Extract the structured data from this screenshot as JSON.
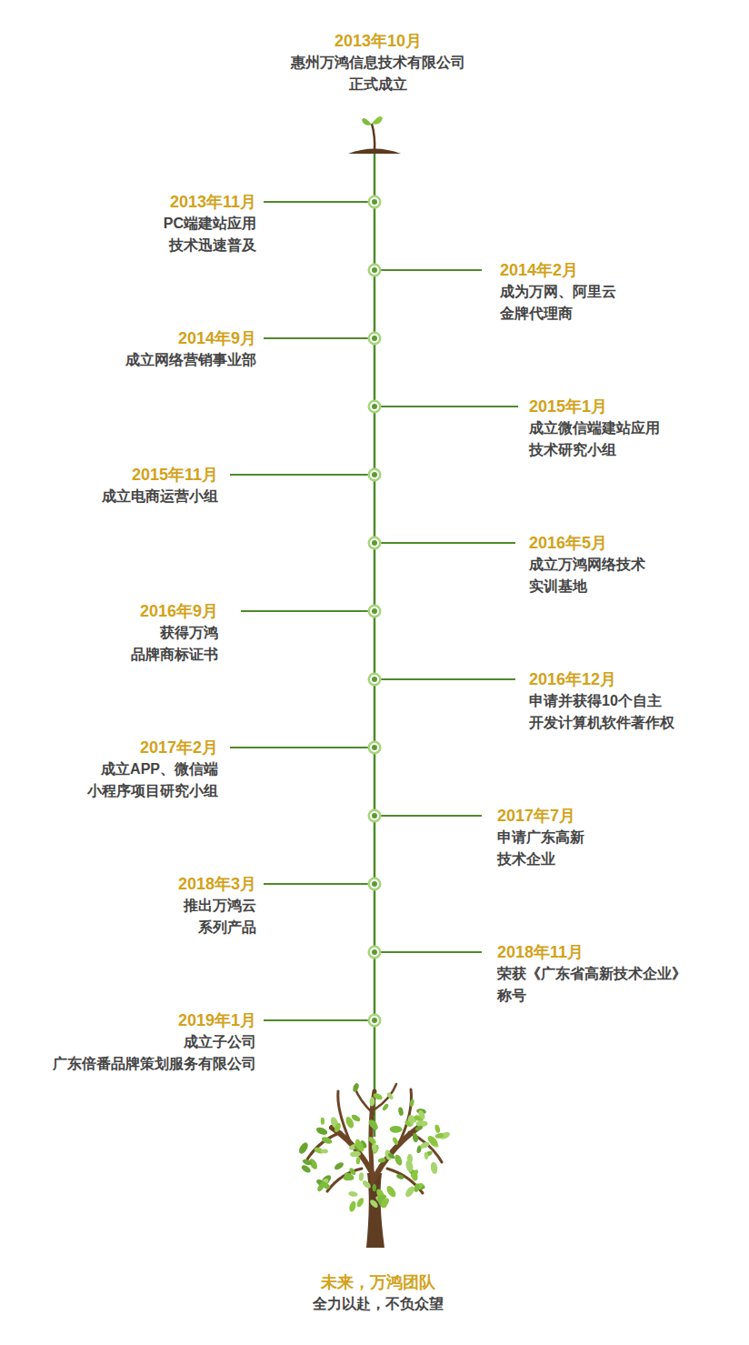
{
  "diagram": {
    "nodes": [
      {
        "text": [
          "2013年10月",
          "惠州万鸿信息技术有限公司 正式成立"
        ]
      },
      {
        "text": [
          "2013年11月",
          "PC端建站应用 技术迅速普及"
        ]
      },
      {
        "text": [
          "2014年2月",
          "成为万网、阿里云 金牌代理商"
        ]
      },
      {
        "text": [
          "2014年9月",
          "成立网络营销事业部"
        ]
      },
      {
        "text": [
          "2015年1月",
          "成立微信端建站应用 技术研究小组"
        ]
      },
      {
        "text": [
          "2015年11月",
          "成立电商运营小组"
        ]
      },
      {
        "text": [
          "2016年5月",
          "成立万鸿网络技术 实训基地"
        ]
      },
      {
        "text": [
          "2016年9月",
          "获得万鸿 品牌商标证书"
        ]
      },
      {
        "text": [
          "2016年12月",
          "申请并获得10个自主 开发计算机软件著作权"
        ]
      },
      {
        "text": [
          "2017年2月",
          "成立APP、微信端 小程序项目研究小组"
        ]
      },
      {
        "text": [
          "2017年7月",
          "申请广东高新 技术企业"
        ]
      },
      {
        "text": [
          "2018年3月",
          "推出万鸿云 系列产品"
        ]
      },
      {
        "text": [
          "2018年11月",
          "荣获《广东省高新技术企业》 称号"
        ]
      },
      {
        "text": [
          "2019年1月",
          "成立子公司 广东倍番品牌策划服务有限公司"
        ]
      },
      {
        "text": [
          "未来，万鸿团队",
          "全力以赴，不负众望"
        ]
      }
    ]
  }
}
